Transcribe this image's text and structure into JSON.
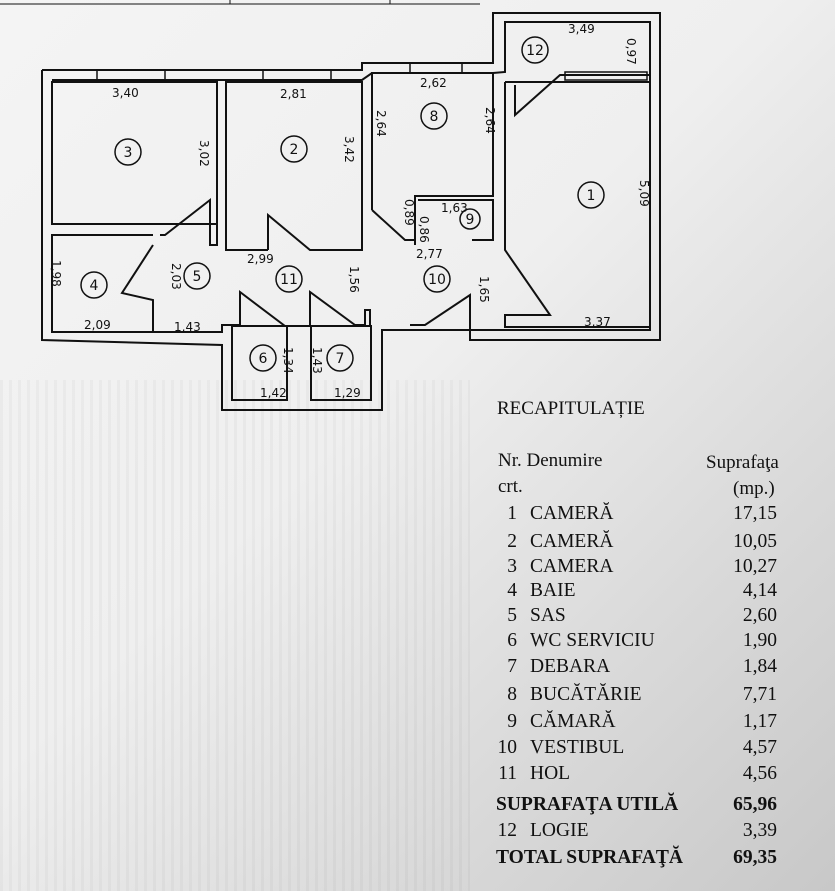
{
  "floor_plan": {
    "rooms": [
      {
        "id": "1",
        "dims": [
          "5,09",
          "3,37"
        ]
      },
      {
        "id": "2",
        "dims": [
          "2,81",
          "3,42"
        ]
      },
      {
        "id": "3",
        "dims": [
          "3,40",
          "3,02"
        ]
      },
      {
        "id": "4",
        "dims": [
          "1,98",
          "2,09"
        ]
      },
      {
        "id": "5",
        "dims": [
          "2,03",
          "1,43"
        ]
      },
      {
        "id": "6",
        "dims": [
          "1,34",
          "1,42"
        ]
      },
      {
        "id": "7",
        "dims": [
          "1,43",
          "1,29"
        ]
      },
      {
        "id": "8",
        "dims": [
          "2,62",
          "2,64",
          "2,64"
        ]
      },
      {
        "id": "9",
        "dims": [
          "1,63",
          "0,86"
        ]
      },
      {
        "id": "10",
        "dims": [
          "2,77",
          "1,65",
          "0,89"
        ]
      },
      {
        "id": "11",
        "dims": [
          "2,99",
          "1,56"
        ]
      },
      {
        "id": "12",
        "dims": [
          "3,49",
          "0,97"
        ]
      }
    ]
  },
  "recap": {
    "title": "RECAPITULAȚIE",
    "col_nr": "Nr. Denumire",
    "col_crt": "crt.",
    "col_area": "Suprafaţa",
    "col_unit": "(mp.)",
    "rows": [
      {
        "nr": "1",
        "name": "CAMERĂ",
        "area": "17,15"
      },
      {
        "nr": "2",
        "name": "CAMERĂ",
        "area": "10,05"
      },
      {
        "nr": "3",
        "name": "CAMERA",
        "area": "10,27"
      },
      {
        "nr": "4",
        "name": "BAIE",
        "area": "4,14"
      },
      {
        "nr": "5",
        "name": "SAS",
        "area": "2,60"
      },
      {
        "nr": "6",
        "name": "WC SERVICIU",
        "area": "1,90"
      },
      {
        "nr": "7",
        "name": "DEBARA",
        "area": "1,84"
      },
      {
        "nr": "8",
        "name": "BUCĂTĂRIE",
        "area": "7,71"
      },
      {
        "nr": "9",
        "name": "CĂMARĂ",
        "area": "1,17"
      },
      {
        "nr": "10",
        "name": "VESTIBUL",
        "area": "4,57"
      },
      {
        "nr": "11",
        "name": "HOL",
        "area": "4,56"
      }
    ],
    "subtotal": {
      "name": "SUPRAFAŢA UTILĂ",
      "area": "65,96"
    },
    "extra": {
      "nr": "12",
      "name": "LOGIE",
      "area": "3,39"
    },
    "total": {
      "name": "TOTAL SUPRAFAŢĂ",
      "area": "69,35"
    }
  }
}
